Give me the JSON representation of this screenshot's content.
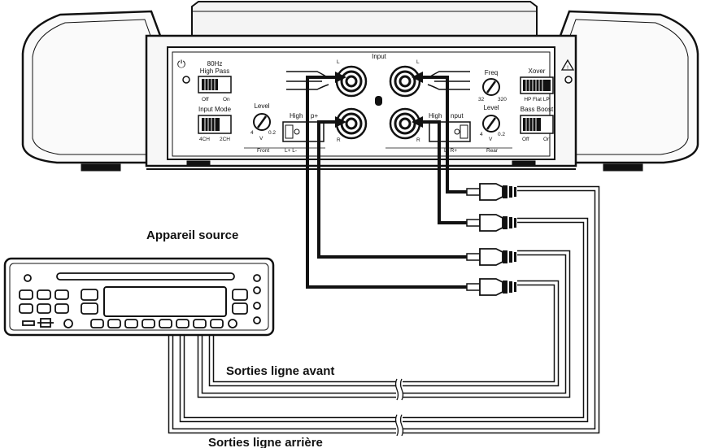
{
  "diagram": {
    "amplifier": {
      "power_symbol": "⏻",
      "warning_symbol": "!",
      "hpf": {
        "title1": "80Hz",
        "title2": "High Pass",
        "off": "Off",
        "on": "On"
      },
      "input_mode": {
        "title": "Input Mode",
        "left": "4CH",
        "right": "2CH"
      },
      "level_front": {
        "title": "Level",
        "min": "4",
        "unit": "V",
        "max": "0.2"
      },
      "front_label": "Front",
      "front_terminal": "L+ L-",
      "high_input_left": "High",
      "high_input_left_sub": "p+",
      "input_title": "Input",
      "rca_l": "L",
      "rca_r": "R",
      "high_input_right": "High",
      "high_input_right_b": "nput",
      "rear_terminal": "L- R+",
      "rear_label": "Rear",
      "freq": {
        "title": "Freq",
        "min": "32",
        "max": "320"
      },
      "level_rear": {
        "title": "Level",
        "min": "4",
        "unit": "V",
        "max": "0.2"
      },
      "xover": {
        "title": "Xover",
        "opts": "HP Flat LP"
      },
      "bass_boost": {
        "title": "Bass Boost",
        "off": "Off",
        "on": "On"
      }
    },
    "source_label": "Appareil source",
    "front_out_label": "Sorties ligne avant",
    "rear_out_label": "Sorties ligne arrière"
  }
}
